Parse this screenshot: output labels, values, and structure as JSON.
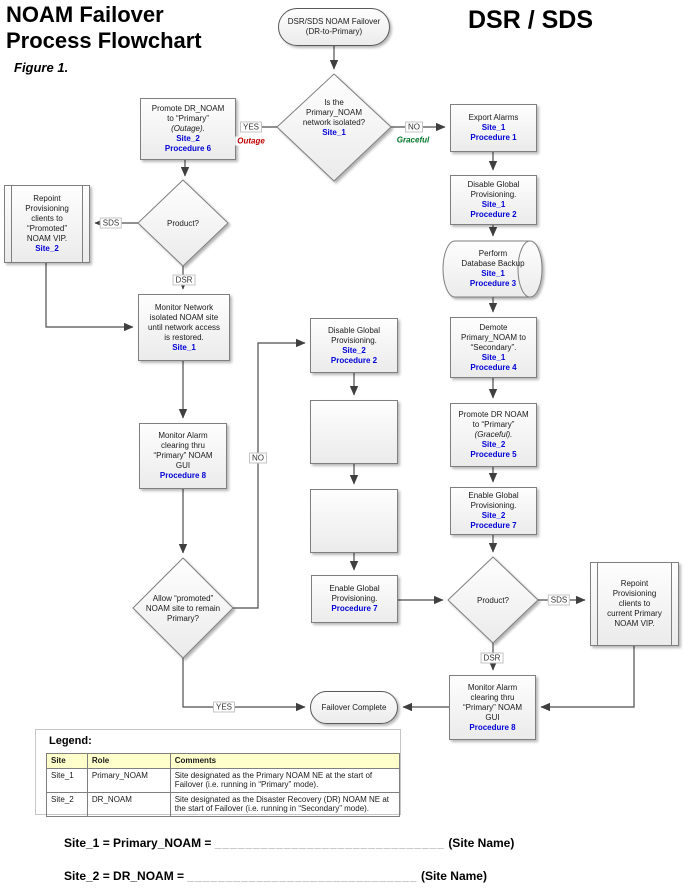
{
  "header": {
    "title_line1": "NOAM Failover",
    "title_line2": "Process Flowchart",
    "figure": "Figure 1.",
    "product": "DSR / SDS"
  },
  "colors": {
    "procedure_blue": "#0000d6",
    "outage_red": "#c00000",
    "graceful_green": "#007526",
    "legend_header_bg": "#ffffcc"
  },
  "nodes": {
    "start": {
      "l1": "DSR/SDS NOAM Failover",
      "l2": "(DR-to-Primary)"
    },
    "isolated": {
      "l1": "Is the",
      "l2": "Primary_NOAM",
      "l3": "network isolated?",
      "site": "Site_1"
    },
    "promote_outage": {
      "l1": "Promote DR_NOAM",
      "l2": "to “Primary”",
      "l3": "(Outage).",
      "site": "Site_2",
      "proc": "Procedure 6"
    },
    "export_alarms": {
      "l1": "Export Alarms",
      "site": "Site_1",
      "proc": "Procedure 1"
    },
    "disable_gp_r": {
      "l1": "Disable Global",
      "l2": "Provisioning.",
      "site": "Site_1",
      "proc": "Procedure 2"
    },
    "db_backup": {
      "l1": "Perform",
      "l2": "Database Backup",
      "site": "Site_1",
      "proc": "Procedure 3"
    },
    "demote_primary": {
      "l1": "Demote",
      "l2": "Primary_NOAM to",
      "l3": "“Secondary”.",
      "site": "Site_1",
      "proc": "Procedure 4"
    },
    "promote_graceful": {
      "l1": "Promote DR NOAM",
      "l2": "to “Primary”",
      "l3": "(Graceful).",
      "site": "Site_2",
      "proc": "Procedure 5"
    },
    "enable_gp_r": {
      "l1": "Enable Global",
      "l2": "Provisioning.",
      "site": "Site_2",
      "proc": "Procedure 7"
    },
    "product_r": {
      "l1": "Product?"
    },
    "repoint_current": {
      "l1": "Repoint",
      "l2": "Provisioning",
      "l3": "clients to",
      "l4": "current Primary",
      "l5": "NOAM VIP."
    },
    "monitor_alarm_r": {
      "l1": "Monitor Alarm",
      "l2": "clearing thru",
      "l3": "“Primary” NOAM",
      "l4": "GUI",
      "proc": "Procedure 8"
    },
    "repoint_promoted": {
      "l1": "Repoint",
      "l2": "Provisioning",
      "l3": "clients to",
      "l4": "“Promoted”",
      "l5": "NOAM VIP.",
      "site": "Site_2"
    },
    "product_l": {
      "l1": "Product?"
    },
    "monitor_network": {
      "l1": "Monitor Network",
      "l2": "isolated NOAM site",
      "l3": "until network access",
      "l4": "is restored.",
      "site": "Site_1"
    },
    "monitor_alarm_l": {
      "l1": "Monitor Alarm",
      "l2": "clearing thru",
      "l3": "“Primary” NOAM",
      "l4": "GUI",
      "proc": "Procedure 8"
    },
    "allow": {
      "l1": "Allow “promoted”",
      "l2": "NOAM site to remain",
      "l3": "Primary?"
    },
    "failover_complete": {
      "l1": "Failover Complete"
    }
  },
  "edge_labels": {
    "yes_outage": "YES",
    "outage": "Outage",
    "no_graceful": "NO",
    "graceful": "Graceful",
    "sds_left": "SDS",
    "dsr_left": "DSR",
    "no_up": "NO",
    "sds_right": "SDS",
    "dsr_right": "DSR",
    "yes_complete": "YES"
  },
  "legend": {
    "title": "Legend:",
    "headers": [
      "Site",
      "Role",
      "Comments"
    ],
    "rows": [
      {
        "site": "Site_1",
        "role": "Primary_NOAM",
        "comments": "Site designated as the Primary NOAM NE at the start of Failover (i.e. running in “Primary” mode)."
      },
      {
        "site": "Site_2",
        "role": "DR_NOAM",
        "comments": "Site designated as the Disaster Recovery (DR) NOAM NE at the start of Failover (i.e. running in “Secondary” mode)."
      }
    ]
  },
  "footer": {
    "line1_label": "Site_1 = Primary_NOAM =",
    "line1_blank": "______________________________",
    "line1_suffix": "(Site Name)",
    "line2_label": "Site_2  =  DR_NOAM  =",
    "line2_blank": "______________________________",
    "line2_suffix": "(Site Name)"
  }
}
